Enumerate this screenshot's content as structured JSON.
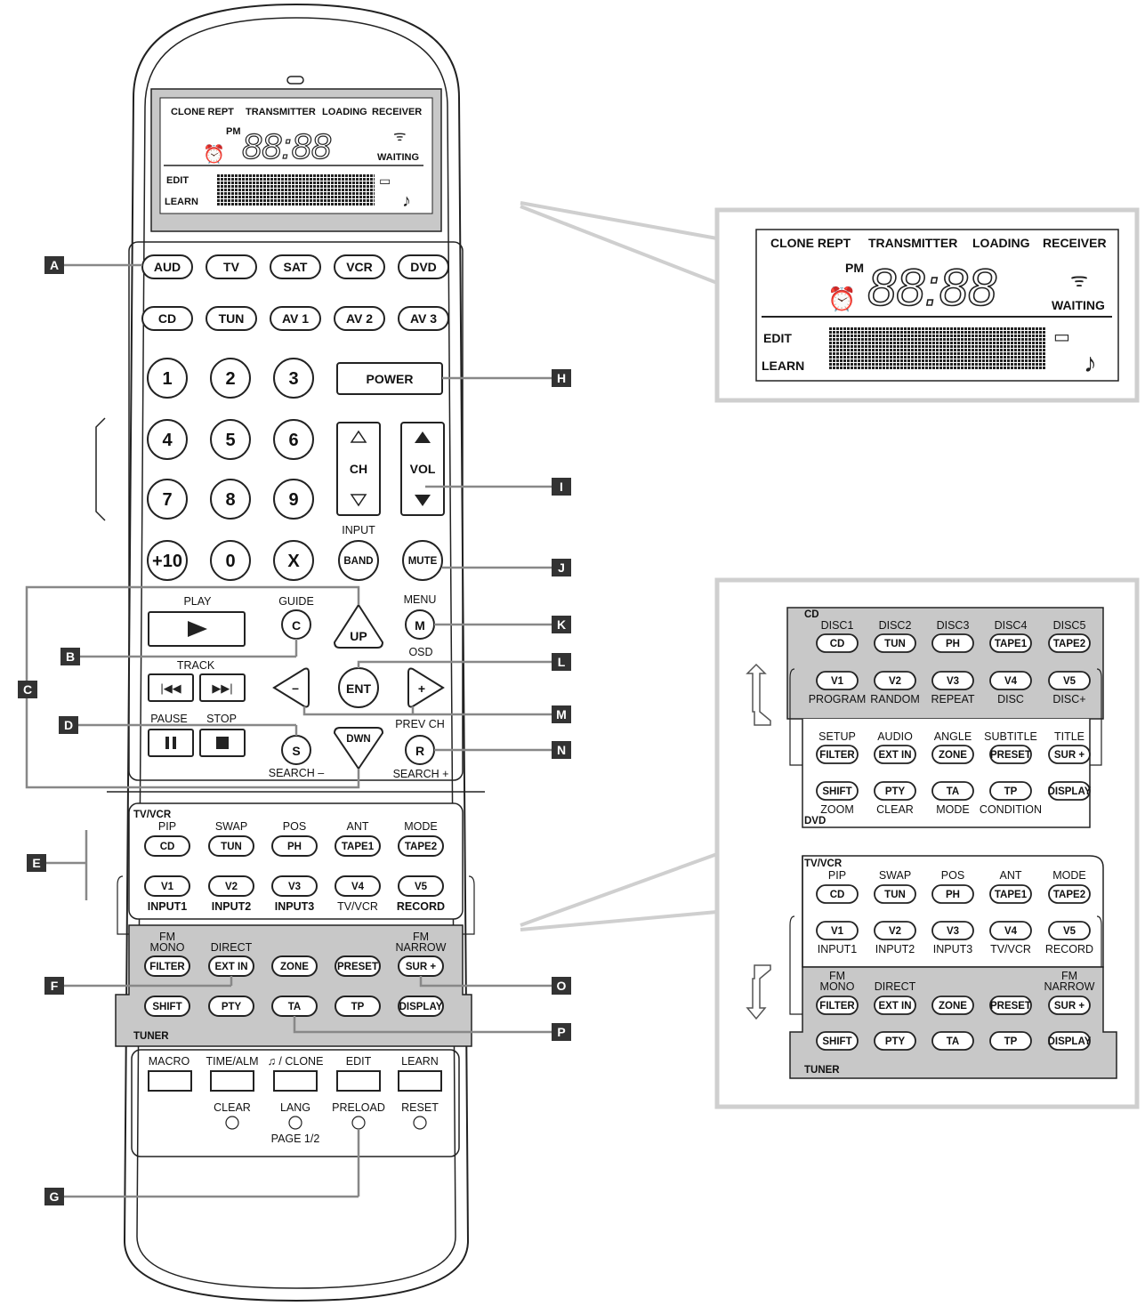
{
  "lcd": {
    "clone_rept": "CLONE REPT",
    "transmitter": "TRANSMITTER",
    "loading": "LOADING",
    "receiver": "RECEIVER",
    "pm": "PM",
    "clock": "88:88",
    "waiting": "WAITING",
    "edit": "EDIT",
    "learn": "LEARN"
  },
  "source_buttons": {
    "row1": [
      "AUD",
      "TV",
      "SAT",
      "VCR",
      "DVD"
    ],
    "row2": [
      "CD",
      "TUN",
      "AV 1",
      "AV 2",
      "AV 3"
    ]
  },
  "keypad": {
    "digits": [
      "1",
      "2",
      "3",
      "4",
      "5",
      "6",
      "7",
      "8",
      "9",
      "+10",
      "0",
      "X"
    ],
    "power": "POWER",
    "ch": "CH",
    "vol": "VOL",
    "input": "INPUT",
    "band": "BAND",
    "mute": "MUTE"
  },
  "transport": {
    "play": "PLAY",
    "guide": "GUIDE",
    "c": "C",
    "up": "UP",
    "menu": "MENU",
    "m": "M",
    "track": "TRACK",
    "osd": "OSD",
    "minus": "–",
    "ent": "ENT",
    "plus": "+",
    "pause": "PAUSE",
    "stop": "STOP",
    "s": "S",
    "dwn": "DWN",
    "prev_ch": "PREV CH",
    "r": "R",
    "search_minus": "SEARCH –",
    "search_plus": "SEARCH +"
  },
  "tvvcr_page": {
    "tag": "TV/VCR",
    "top_labels": [
      "PIP",
      "SWAP",
      "POS",
      "ANT",
      "MODE"
    ],
    "row1": [
      "CD",
      "TUN",
      "PH",
      "TAPE1",
      "TAPE2"
    ],
    "row2": [
      "V1",
      "V2",
      "V3",
      "V4",
      "V5"
    ],
    "bottom_labels": [
      "INPUT1",
      "INPUT2",
      "INPUT3",
      "TV/VCR",
      "RECORD"
    ]
  },
  "tuner_page": {
    "tag": "TUNER",
    "fm_mono_1": "FM",
    "fm_mono_2": "MONO",
    "direct": "DIRECT",
    "fm_narrow_1": "FM",
    "fm_narrow_2": "NARROW",
    "row1": [
      "FILTER",
      "EXT IN",
      "ZONE",
      "PRESET",
      "SUR +"
    ],
    "row2": [
      "SHIFT",
      "PTY",
      "TA",
      "TP",
      "DISPLAY"
    ]
  },
  "bottom_panel": {
    "labels": [
      "MACRO",
      "TIME/ALM",
      "♫ / CLONE",
      "EDIT",
      "LEARN"
    ],
    "small_labels": [
      "CLEAR",
      "LANG",
      "PRELOAD",
      "RESET"
    ],
    "page": "PAGE 1/2"
  },
  "dvd_cd_page": {
    "cd_tag": "CD",
    "dvd_tag": "DVD",
    "disc_labels": [
      "DISC1",
      "DISC2",
      "DISC3",
      "DISC4",
      "DISC5"
    ],
    "row1": [
      "CD",
      "TUN",
      "PH",
      "TAPE1",
      "TAPE2"
    ],
    "row2": [
      "V1",
      "V2",
      "V3",
      "V4",
      "V5"
    ],
    "cd_bottom_labels": [
      "PROGRAM",
      "RANDOM",
      "REPEAT",
      "DISC",
      "DISC+"
    ],
    "dvd_top_labels": [
      "SETUP",
      "AUDIO",
      "ANGLE",
      "SUBTITLE",
      "TITLE"
    ],
    "row3": [
      "FILTER",
      "EXT IN",
      "ZONE",
      "PRESET",
      "SUR +"
    ],
    "row4": [
      "SHIFT",
      "PTY",
      "TA",
      "TP",
      "DISPLAY"
    ],
    "dvd_bottom_labels": [
      "ZOOM",
      "CLEAR",
      "MODE",
      "CONDITION"
    ]
  },
  "markers": [
    "A",
    "B",
    "C",
    "D",
    "E",
    "F",
    "G",
    "H",
    "I",
    "J",
    "K",
    "L",
    "M",
    "N",
    "O",
    "P"
  ],
  "colors": {
    "panel_grey": "#c8c8c8",
    "callout_grey": "#cfcfcf",
    "marker": "#333333"
  }
}
